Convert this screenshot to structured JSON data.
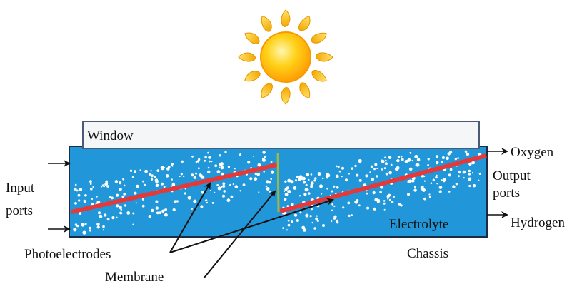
{
  "diagram": {
    "labels": {
      "window": "Window",
      "oxygen": "Oxygen",
      "output_ports_line1": "Output",
      "output_ports_line2": "ports",
      "hydrogen": "Hydrogen",
      "input_ports_line1": "Input",
      "input_ports_line2": "ports",
      "electrolyte": "Electrolyte",
      "chassis": "Chassis",
      "photoelectrodes": "Photoelectrodes",
      "membrane": "Membrane"
    },
    "colors": {
      "electrolyte": "#2196d8",
      "photoelectrode": "#e53838",
      "membrane": "#9bb84a",
      "window_fill": "#f4f6f8",
      "window_border": "#4a5a78",
      "sun_core": "#ffb300",
      "sun_rays": "#f5c400",
      "bubbles": "#ffffff"
    },
    "icons": [
      "sun-icon"
    ]
  }
}
